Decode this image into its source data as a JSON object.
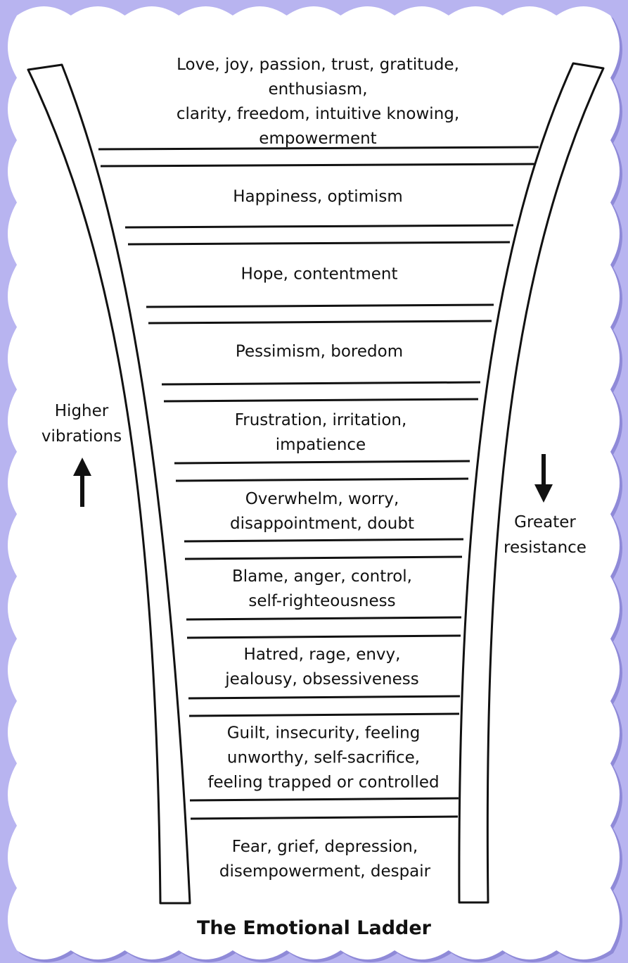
{
  "colors": {
    "border": "#b8b4f0",
    "frame_shadow": "#8f8ad8",
    "panel": "#ffffff",
    "ink": "#111111"
  },
  "rungs": [
    "Love, joy, passion, trust, gratitude, enthusiasm,\nclarity, freedom, intuitive knowing, empowerment",
    "Happiness, optimism",
    "Hope, contentment",
    "Pessimism, boredom",
    "Frustration, irritation,\nimpatience",
    "Overwhelm, worry,\ndisappointment, doubt",
    "Blame, anger, control,\nself-righteousness",
    "Hatred, rage, envy,\njealousy, obsessiveness",
    "Guilt, insecurity, feeling\nunworthy, self-sacrifice,\nfeeling trapped or controlled",
    "Fear, grief, depression,\ndisempowerment, despair"
  ],
  "left_label": "Higher\nvibrations",
  "right_label": "Greater\nresistance",
  "left_arrow": "arrow-up-icon",
  "right_arrow": "arrow-down-icon",
  "caption": "The Emotional Ladder"
}
